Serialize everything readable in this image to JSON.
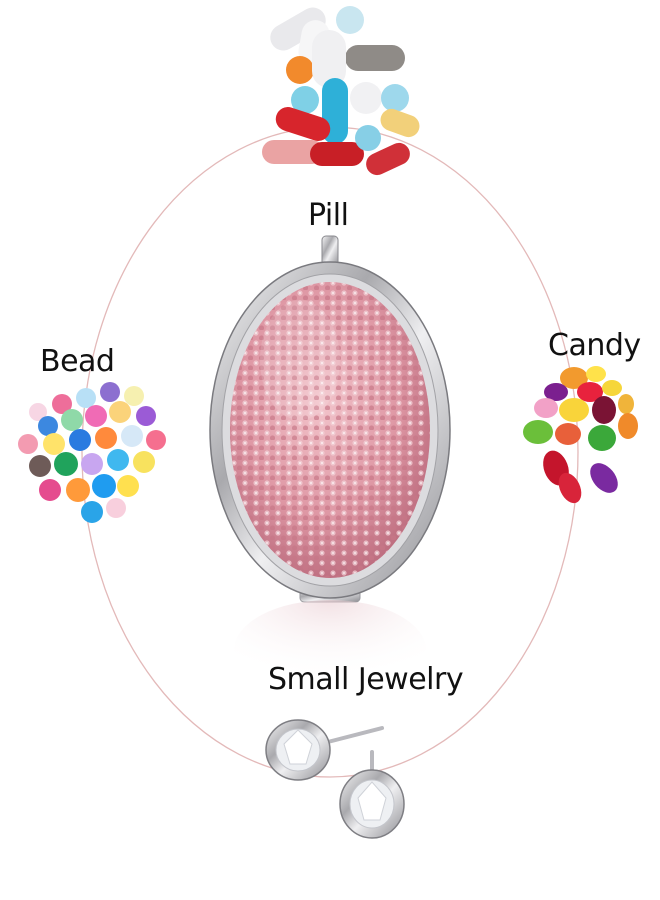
{
  "labels": {
    "pill": "Pill",
    "bead": "Bead",
    "candy": "Candy",
    "small_jewelry": "Small Jewelry"
  },
  "colors": {
    "ring": "#d9a7a7",
    "case_silver": "#c9c9cc",
    "rhinestone_pink": "#d98a98",
    "background": "#ffffff"
  },
  "icons": {
    "pill_cluster": "pills-image",
    "bead_cluster": "beads-image",
    "candy_cluster": "jelly-beans-image",
    "earrings": "stud-earrings-image",
    "case": "oval-pill-case-image"
  }
}
